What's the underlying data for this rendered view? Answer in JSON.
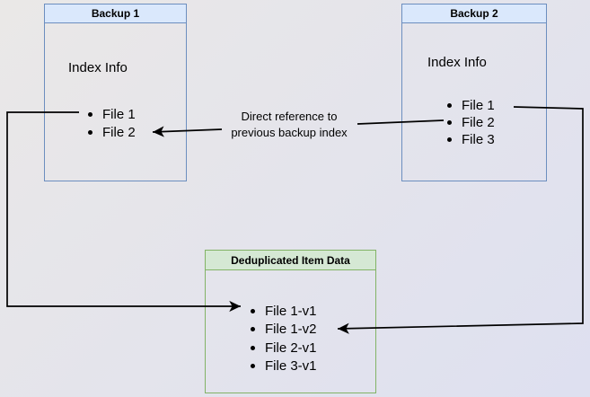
{
  "colors": {
    "bg_start": "#eae8e7",
    "bg_end": "#dee0f0",
    "blue_fill": "#dae8fc",
    "blue_stroke": "#6c8ebf",
    "green_fill": "#d5e8d4",
    "green_stroke": "#82b366",
    "arrow": "#000000"
  },
  "diagram": {
    "backup1": {
      "title": "Backup 1",
      "section_label": "Index Info",
      "files": [
        "File 1",
        "File 2"
      ]
    },
    "backup2": {
      "title": "Backup 2",
      "section_label": "Index Info",
      "files": [
        "File 1",
        "File 2",
        "File 3"
      ]
    },
    "dedup": {
      "title": "Deduplicated Item Data",
      "items": [
        "File 1-v1",
        "File 1-v2",
        "File 2-v1",
        "File 3-v1"
      ]
    },
    "edge_label": {
      "line1": "Direct reference to",
      "line2": "previous backup index"
    }
  }
}
